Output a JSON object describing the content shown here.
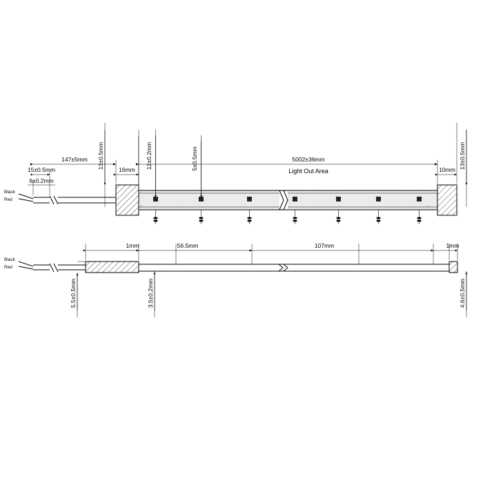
{
  "drawing": {
    "title": "LED Strip Dimensional Drawing",
    "views": [
      {
        "name": "top-view",
        "labels": {
          "lead_length": "147±5mm",
          "wire_strip": "15±0.5mm",
          "wire_dia": "6±0.2mm",
          "wire_black": "Black",
          "wire_red": "Red",
          "end_cap_left": "16mm",
          "end_cap_right": "10mm",
          "height_left": "13±0.5mm",
          "height_right": "13±0.5mm",
          "pitch_first": "12±0.2mm",
          "led_width": "5±0.5mm",
          "total_length": "5002±36mm",
          "light_area": "Light  Out  Area"
        }
      },
      {
        "name": "side-view",
        "labels": {
          "wire_black": "Black",
          "wire_red": "Red",
          "cap_left": "1mm",
          "cap_right": "1mm",
          "seg_a": "56.5mm",
          "seg_b": "107mm",
          "thickness_lead": "5.5±0.5mm",
          "thickness_body": "3.5±0.2mm",
          "thickness_right": "4.6±0.5mm"
        }
      }
    ]
  },
  "colors": {
    "line": "#000000",
    "body_fill": "#f2f2f2",
    "hatch": "#000000",
    "led": "#222222"
  }
}
